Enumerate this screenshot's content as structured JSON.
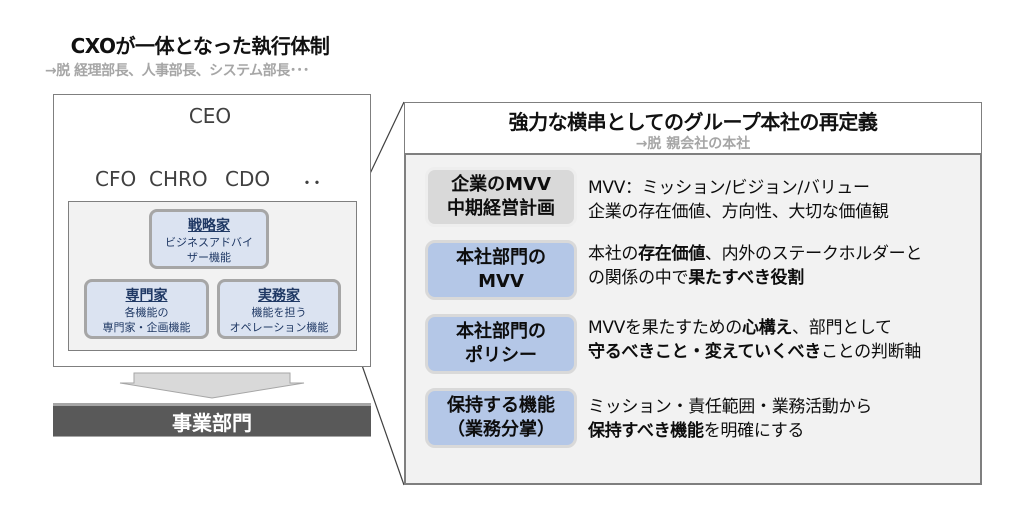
{
  "left": {
    "title": "CXOが一体となった執行体制",
    "subtitle": "→脱 経理部長、人事部長、システム部長･･･",
    "ceo": "CEO",
    "cxos": [
      "CFO",
      "CHRO",
      "CDO",
      "･･"
    ],
    "roles": {
      "strategist": {
        "title": "戦略家",
        "desc1": "ビジネスアドバイ",
        "desc2": "ザー機能"
      },
      "specialist": {
        "title": "専門家",
        "desc1": "各機能の",
        "desc2": "専門家・企画機能"
      },
      "practitioner": {
        "title": "実務家",
        "desc1": "機能を担う",
        "desc2": "オペレーション機能"
      }
    },
    "bottom_bar": "事業部門"
  },
  "right": {
    "title": "強力な横串としてのグループ本社の再定義",
    "subtitle": "→脱 親会社の本社",
    "rows": [
      {
        "box1": "企業のMVV",
        "box2": "中期経営計画",
        "d1": "MVV：ミッション/ビジョン/バリュー",
        "d2": "企業の存在価値、方向性、大切な価値観"
      },
      {
        "box1": "本社部門の",
        "box2": "MVV",
        "d1a": "本社の",
        "d1b": "存在価値",
        "d1c": "、内外のステークホルダーと",
        "d2a": "の関係の中で",
        "d2b": "果たすべき役割"
      },
      {
        "box1": "本社部門の",
        "box2": "ポリシー",
        "d1a": "MVVを果たすための",
        "d1b": "心構え",
        "d1c": "、部門として",
        "d2a": "守るべきこと・変えていくべき",
        "d2b": "ことの判断軸"
      },
      {
        "box1": "保持する機能",
        "box2": "（業務分掌）",
        "d1": "ミッション・責任範囲・業務活動から",
        "d2a": "保持すべき機能",
        "d2b": "を明確にする"
      }
    ]
  },
  "colors": {
    "role_fill": "#dbe3f1",
    "role_border": "#a6a6a6",
    "box_fill": "#b4c7e7",
    "first_box_fill": "#d9d9d9",
    "bar_fill": "#595959",
    "panel_fill": "#f2f2f2"
  }
}
